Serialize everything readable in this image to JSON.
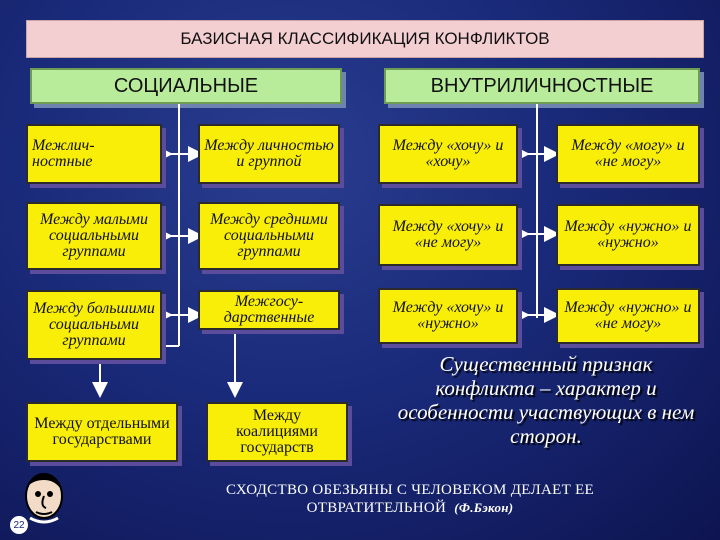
{
  "title": "БАЗИСНАЯ КЛАССИФИКАЦИЯ КОНФЛИКТОВ",
  "headers": {
    "social": "СОЦИАЛЬНЫЕ",
    "intrapersonal": "ВНУТРИЛИЧНОСТНЫЕ"
  },
  "social": {
    "interpersonal": "Межлич-\nностные",
    "person_group": "Между личностью и группой",
    "small_groups": "Между малыми социальными группами",
    "medium_groups": "Между средними социальными группами",
    "large_groups": "Между большими социальными группами",
    "interstate": "Межгосу-\nдарственные",
    "separate_states": "Между отдельными государствами",
    "coalitions": "Между коалициями государств"
  },
  "intrapersonal": {
    "want_want": "Между «хочу» и «хочу»",
    "can_cannot": "Между «могу» и «не могу»",
    "want_dont_can": "Между «хочу» и «не могу»",
    "need_need": "Между «нужно» и «нужно»",
    "want_need": "Между «хочу» и «нужно»",
    "need_cannot": "Между «нужно» и «не могу»"
  },
  "note": "Существенный признак конфликта – характер и особенности участвующих в нем сторон.",
  "quote": {
    "line1": "СХОДСТВО ОБЕЗЬЯНЫ С ЧЕЛОВЕКОМ ДЕЛАЕТ ЕЕ",
    "line2": "ОТВРАТИТЕЛЬНОЙ",
    "author": "(Ф.Бэкон)"
  },
  "slide_number": "22"
}
